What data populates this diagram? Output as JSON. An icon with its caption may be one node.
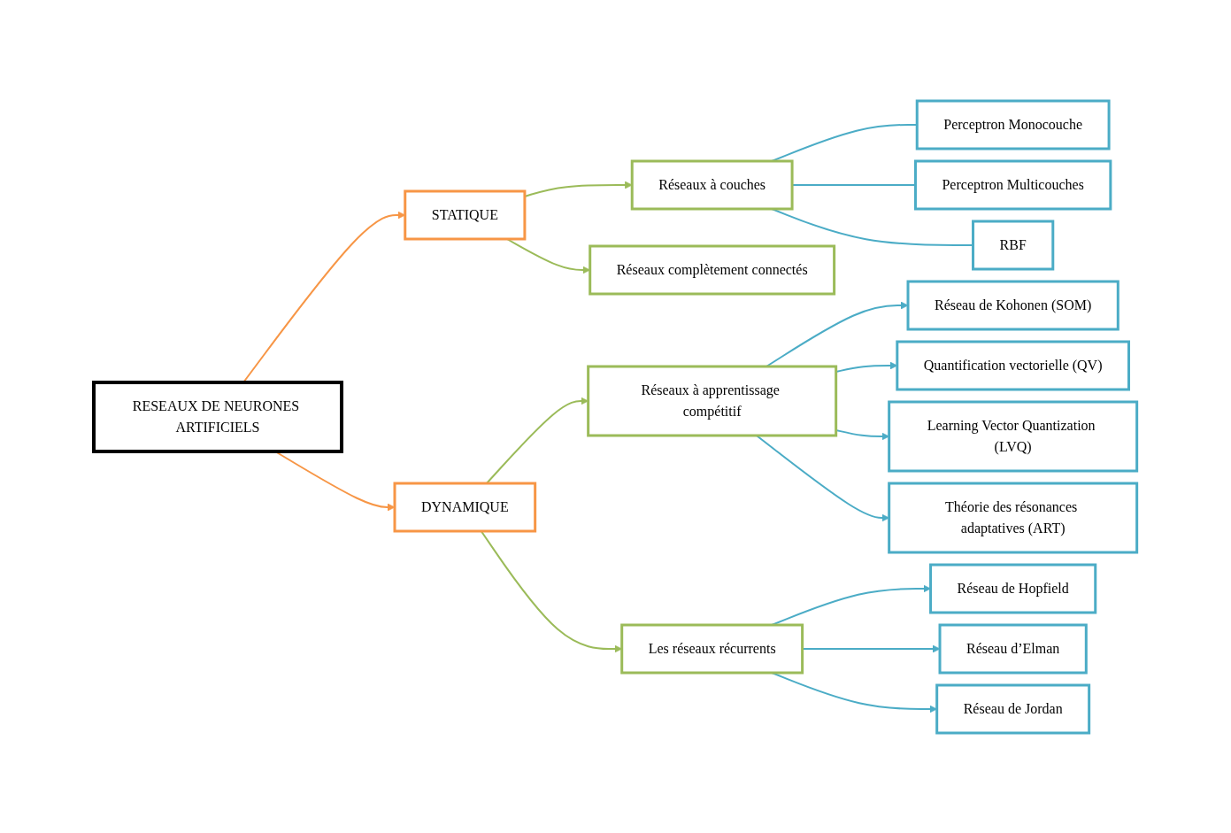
{
  "diagram": {
    "nodes": [
      {
        "text": [
          "RESEAUX DE NEURONES ARTIFICIELS"
        ]
      },
      {
        "text": [
          "STATIQUE"
        ]
      },
      {
        "text": [
          "DYNAMIQUE"
        ]
      },
      {
        "text": [
          "Réseaux à couches"
        ]
      },
      {
        "text": [
          "Réseaux complètement connectés"
        ]
      },
      {
        "text": [
          "Perceptron Monocouche"
        ]
      },
      {
        "text": [
          "Perceptron Multicouches"
        ]
      },
      {
        "text": [
          "RBF"
        ]
      },
      {
        "text": [
          "Réseaux à apprentissage compétitif"
        ]
      },
      {
        "text": [
          "Réseau de Kohonen (SOM)"
        ]
      },
      {
        "text": [
          "Quantification vectorielle (QV)"
        ]
      },
      {
        "text": [
          "Learning Vector Quantization (LVQ)"
        ]
      },
      {
        "text": [
          "Théorie des résonances adaptatives (ART)"
        ]
      },
      {
        "text": [
          "Les réseaux récurrents"
        ]
      },
      {
        "text": [
          "Réseau de Hopfield"
        ]
      },
      {
        "text": [
          "Réseau d’Elman"
        ]
      },
      {
        "text": [
          "Réseau de Jordan"
        ]
      }
    ],
    "edges": [
      {
        "from": 0,
        "to": 1,
        "arrow": "to",
        "color": "#f79646"
      },
      {
        "from": 0,
        "to": 2,
        "arrow": "to",
        "color": "#f79646"
      },
      {
        "from": 1,
        "to": 3,
        "arrow": "to",
        "color": "#9bbb59"
      },
      {
        "from": 1,
        "to": 4,
        "arrow": "to",
        "color": "#9bbb59"
      },
      {
        "from": 3,
        "to": 5,
        "arrow": "none"
      },
      {
        "from": 3,
        "to": 6,
        "arrow": "none"
      },
      {
        "from": 3,
        "to": 7,
        "arrow": "none"
      },
      {
        "from": 2,
        "to": 8,
        "arrow": "to",
        "color": "#9bbb59"
      },
      {
        "from": 2,
        "to": 13,
        "arrow": "to",
        "color": "#9bbb59"
      },
      {
        "from": 8,
        "to": 9,
        "arrow": "to"
      },
      {
        "from": 8,
        "to": 10,
        "arrow": "to"
      },
      {
        "from": 8,
        "to": 11,
        "arrow": "to"
      },
      {
        "from": 8,
        "to": 12,
        "arrow": "to"
      },
      {
        "from": 13,
        "to": 14,
        "arrow": "to"
      },
      {
        "from": 13,
        "to": 15,
        "arrow": "to"
      },
      {
        "from": 13,
        "to": 16,
        "arrow": "to"
      }
    ]
  }
}
